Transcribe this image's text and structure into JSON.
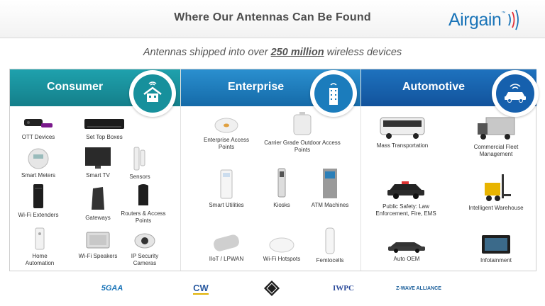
{
  "header": {
    "title": "Where Our Antennas Can Be Found",
    "logo_text": "Airgain",
    "logo_tm": "™"
  },
  "subtitle": {
    "pre": "Antennas shipped into over ",
    "highlight": "250 million",
    "post": " wireless devices"
  },
  "colors": {
    "consumer": "#17909c",
    "enterprise": "#1b7cbc",
    "automotive": "#1660ad",
    "brand": "#1a74b8"
  },
  "columns": [
    {
      "label": "Consumer",
      "icon": "house-wifi-icon",
      "items": [
        "OTT Devices",
        "Set Top Boxes",
        "Smart Meters",
        "Smart TV",
        "Sensors",
        "Wi-Fi Extenders",
        "Gateways",
        "Routers & Access Points",
        "Home Automation",
        "Wi-Fi Speakers",
        "IP Security Cameras"
      ]
    },
    {
      "label": "Enterprise",
      "icon": "building-wifi-icon",
      "items": [
        "Enterprise Access Points",
        "Carrier Grade Outdoor Access Points",
        "Smart Utilities",
        "Kiosks",
        "ATM Machines",
        "IIoT / LPWAN",
        "Wi-Fi Hotspots",
        "Femtocells"
      ]
    },
    {
      "label": "Automotive",
      "icon": "car-wifi-icon",
      "items": [
        "Mass Transportation",
        "Commercial Fleet Management",
        "Public Safety: Law Enforcement, Fire, EMS",
        "Intelligent Warehouse",
        "Auto OEM",
        "Infotainment"
      ]
    }
  ],
  "partners": [
    "5GAA",
    "CW",
    "",
    "IWPC",
    "Z-WAVE ALLIANCE"
  ]
}
